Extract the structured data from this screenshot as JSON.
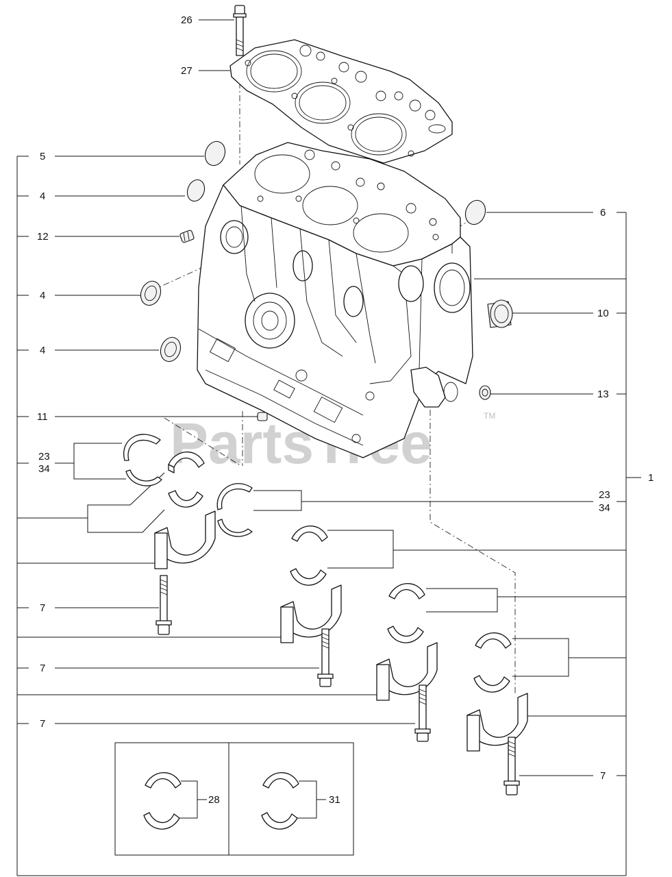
{
  "watermark": {
    "brand": "PartsTree",
    "trademark": "TM"
  },
  "callouts": {
    "c26": "26",
    "c27": "27",
    "c5": "5",
    "c4a": "4",
    "c12": "12",
    "c4b": "4",
    "c4c": "4",
    "c11": "11",
    "c23a": "23",
    "c34a": "34",
    "c6": "6",
    "c10": "10",
    "c13": "13",
    "c1": "1",
    "c23b": "23",
    "c34b": "34",
    "c7a": "7",
    "c7b": "7",
    "c7c": "7",
    "c7d": "7",
    "c28": "28",
    "c31": "31"
  }
}
